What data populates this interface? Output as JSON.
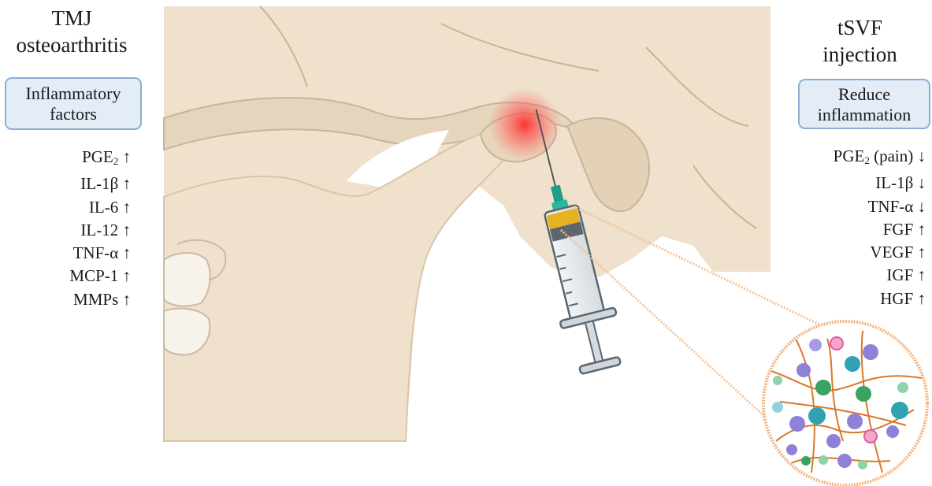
{
  "left": {
    "title": "TMJ osteoarthritis",
    "title_line1": "TMJ",
    "title_line2": "osteoarthritis",
    "box_line1": "Inflammatory",
    "box_line2": "factors",
    "factors": [
      {
        "base": "PGE",
        "sub": "2",
        "suffix": " ↑"
      },
      {
        "base": "IL-1β ↑",
        "sub": "",
        "suffix": ""
      },
      {
        "base": "IL-6 ↑",
        "sub": "",
        "suffix": ""
      },
      {
        "base": "IL-12 ↑",
        "sub": "",
        "suffix": ""
      },
      {
        "base": "TNF-α ↑",
        "sub": "",
        "suffix": ""
      },
      {
        "base": "MCP-1 ↑",
        "sub": "",
        "suffix": ""
      },
      {
        "base": "MMPs ↑",
        "sub": "",
        "suffix": ""
      }
    ]
  },
  "right": {
    "title_line1": "tSVF",
    "title_line2": "injection",
    "box_line1": "Reduce",
    "box_line2": "inflammation",
    "factors": [
      {
        "base": "PGE",
        "sub": "2",
        "suffix": " (pain) ↓"
      },
      {
        "base": "IL-1β ↓",
        "sub": "",
        "suffix": ""
      },
      {
        "base": "TNF-α ↓",
        "sub": "",
        "suffix": ""
      },
      {
        "base": "FGF ↑",
        "sub": "",
        "suffix": ""
      },
      {
        "base": "VEGF ↑",
        "sub": "",
        "suffix": ""
      },
      {
        "base": "IGF ↑",
        "sub": "",
        "suffix": ""
      },
      {
        "base": "HGF ↑",
        "sub": "",
        "suffix": ""
      }
    ]
  },
  "colors": {
    "bone": "#efe1cc",
    "bone_dark": "#dccbb2",
    "bone_line": "#c8b498",
    "inflammation": "#ff3b3b",
    "box_border": "#8aaed6",
    "box_fill": "#e3ecf7",
    "needle_hub": "#1f9e8a",
    "syringe_plunger": "#e6b21f",
    "zoom_outline": "#f5b27a",
    "fiber": "#d9782a",
    "cell_purple": "#8f80d8",
    "cell_teal": "#2fa3b3",
    "cell_green": "#3aa35f",
    "cell_pink": "#e05aa0"
  }
}
